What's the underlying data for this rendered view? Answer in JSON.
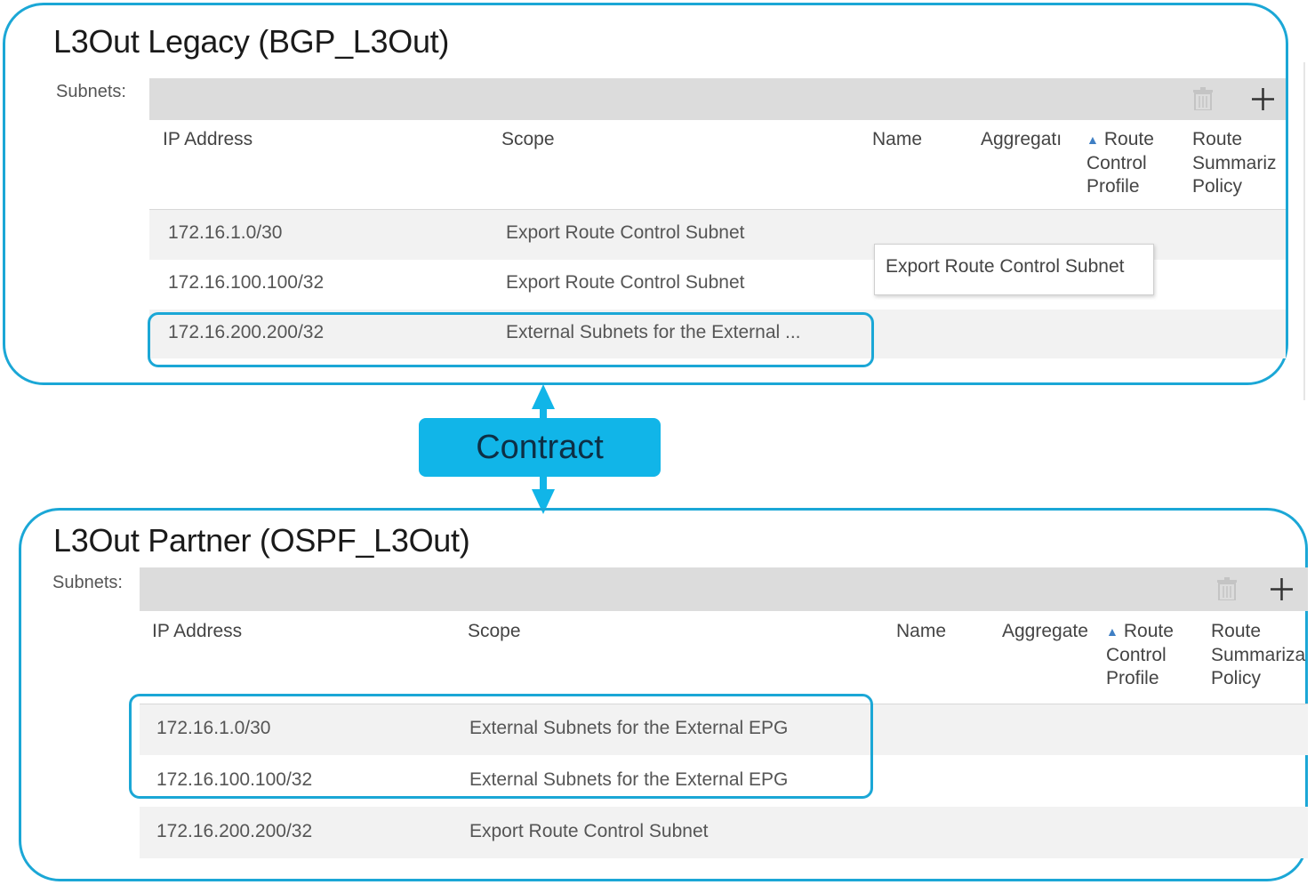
{
  "contract_label": "Contract",
  "colors": {
    "accent": "#1ba7d6",
    "contract_fill": "#11b5e8",
    "toolbar": "#dcdcdc"
  },
  "top": {
    "title": "L3Out Legacy (BGP_L3Out)",
    "subnets_label": "Subnets:",
    "icons": [
      "trash-icon",
      "plus-icon"
    ],
    "columns": {
      "ip": "IP Address",
      "scope": "Scope",
      "name": "Name",
      "aggregate": "Aggregatı",
      "rcp_1": "Route",
      "rcp_2": "Control",
      "rcp_3": "Profile",
      "rsp_1": "Route",
      "rsp_2": "Summariz",
      "rsp_3": "Policy"
    },
    "rows": [
      {
        "ip": "172.16.1.0/30",
        "scope": "Export Route Control Subnet"
      },
      {
        "ip": "172.16.100.100/32",
        "scope": "Export Route Control Subnet"
      },
      {
        "ip": "172.16.200.200/32",
        "scope": "External Subnets for the External ..."
      }
    ],
    "tooltip": "Export Route Control Subnet"
  },
  "bottom": {
    "title": "L3Out Partner (OSPF_L3Out)",
    "subnets_label": "Subnets:",
    "icons": [
      "trash-icon",
      "plus-icon"
    ],
    "columns": {
      "ip": "IP Address",
      "scope": "Scope",
      "name": "Name",
      "aggregate": "Aggregate",
      "rcp_1": "Route",
      "rcp_2": "Control",
      "rcp_3": "Profile",
      "rsp_1": "Route",
      "rsp_2": "Summariza",
      "rsp_3": "Policy"
    },
    "rows": [
      {
        "ip": "172.16.1.0/30",
        "scope": "External Subnets for the External EPG"
      },
      {
        "ip": "172.16.100.100/32",
        "scope": "External Subnets for the External EPG"
      },
      {
        "ip": "172.16.200.200/32",
        "scope": "Export Route Control Subnet"
      }
    ]
  }
}
